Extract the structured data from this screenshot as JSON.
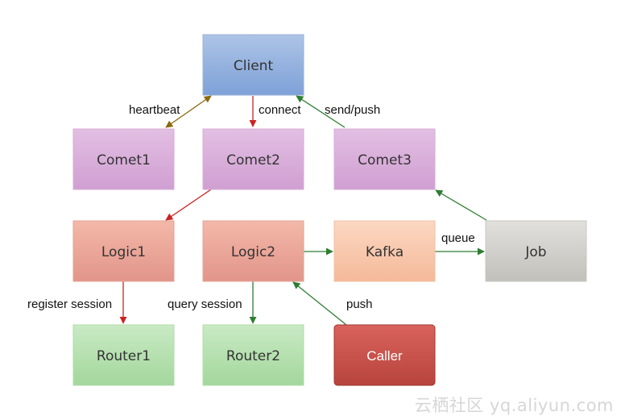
{
  "nodes": {
    "client": "Client",
    "comet1": "Comet1",
    "comet2": "Comet2",
    "comet3": "Comet3",
    "logic1": "Logic1",
    "logic2": "Logic2",
    "kafka": "Kafka",
    "job": "Job",
    "router1": "Router1",
    "router2": "Router2",
    "caller": "Caller"
  },
  "edges": {
    "heartbeat": "heartbeat",
    "connect": "connect",
    "send_push": "send/push",
    "queue": "queue",
    "register_session": "register session",
    "query_session": "query session",
    "push": "push"
  },
  "colors": {
    "heartbeat": "#8a6a10",
    "red": "#cc2222",
    "green": "#2e7d32"
  },
  "watermark": "云栖社区 yq.aliyun.com"
}
